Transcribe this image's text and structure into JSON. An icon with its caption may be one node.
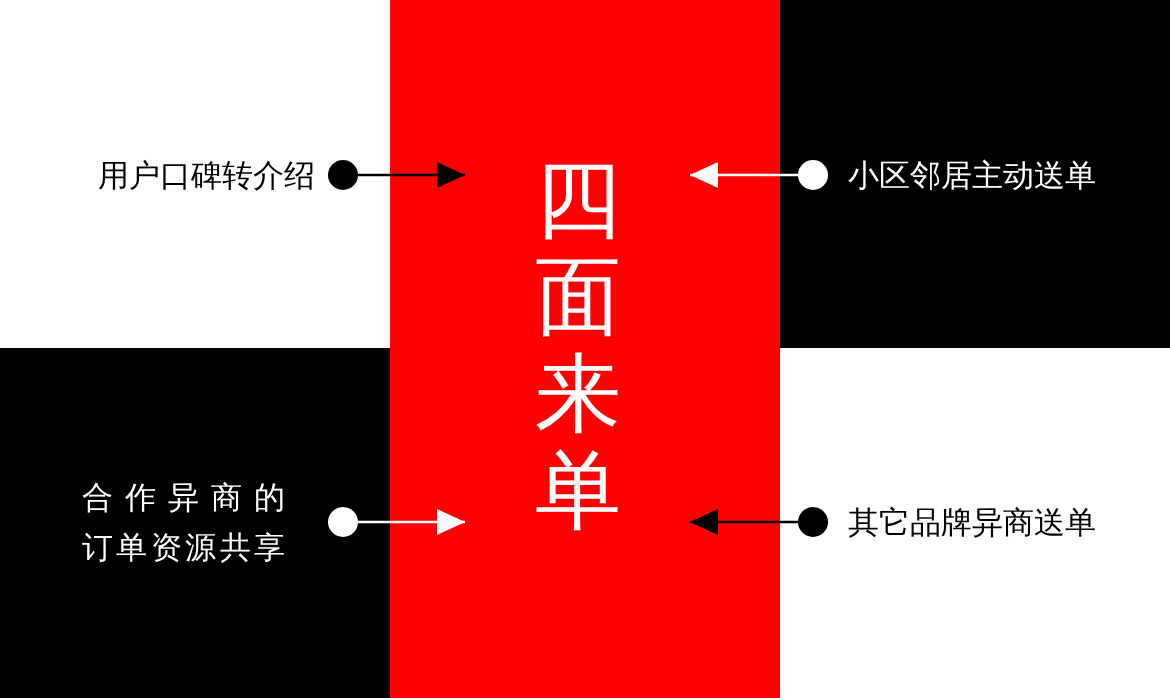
{
  "diagram": {
    "nodes": [
      {
        "text": [
          "四面来单"
        ]
      },
      {
        "text": [
          "用户口碑转介绍"
        ]
      },
      {
        "text": [
          "小区邻居主动送单"
        ]
      },
      {
        "text": [
          "合作异商的订单资源共享"
        ]
      },
      {
        "text": [
          "其它品牌异商送单"
        ]
      }
    ],
    "edges": [
      {
        "from": 1,
        "to": 0,
        "arrow": "to"
      },
      {
        "from": 2,
        "to": 0,
        "arrow": "to",
        "color": "#ffffff"
      },
      {
        "from": 3,
        "to": 0,
        "arrow": "to",
        "color": "#ffffff"
      },
      {
        "from": 4,
        "to": 0,
        "arrow": "to"
      }
    ]
  }
}
